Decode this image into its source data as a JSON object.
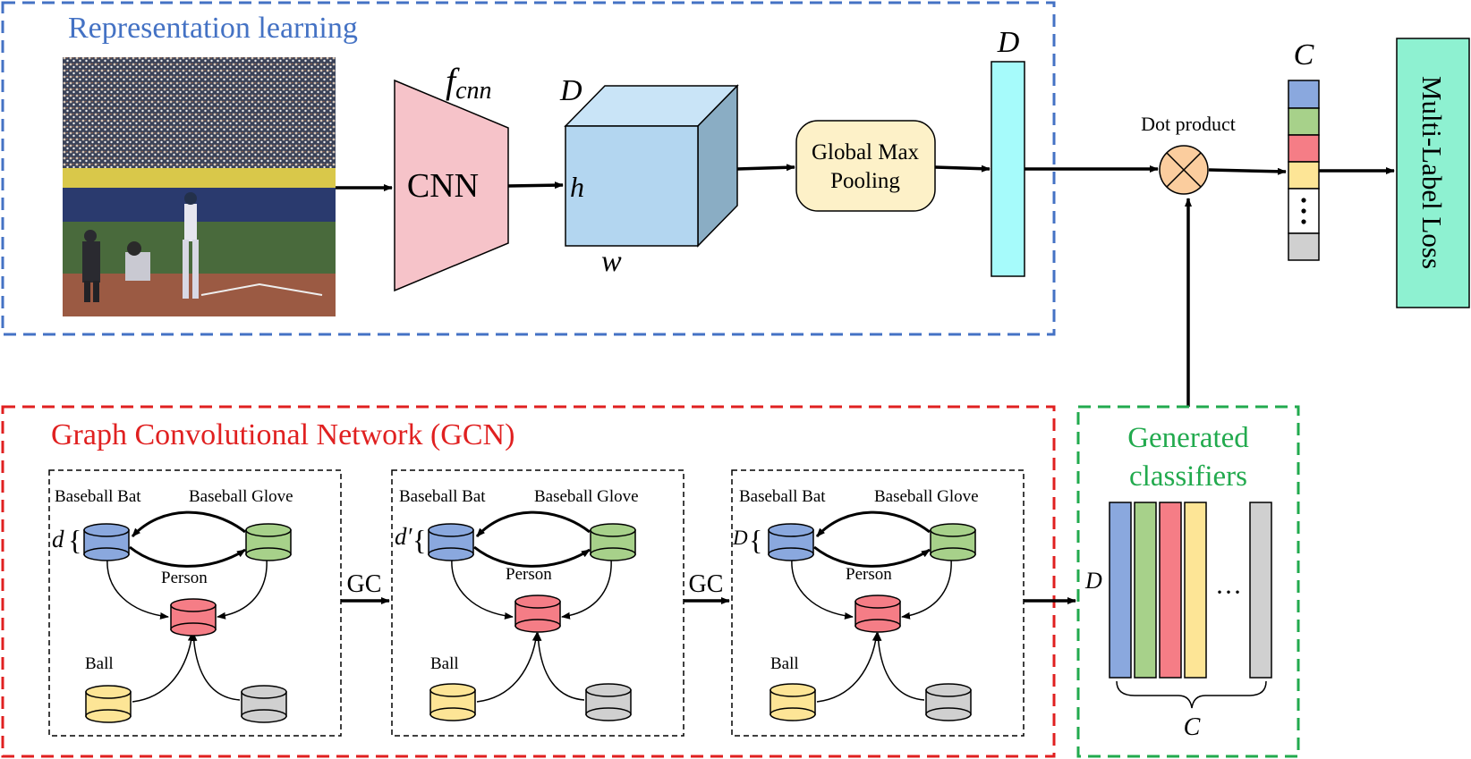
{
  "representation": {
    "title": "Representation learning",
    "image_alt": "baseball game photo",
    "cnn_label": "CNN",
    "fcnn_base": "f",
    "fcnn_sub": "cnn",
    "tensor_depth": "D",
    "tensor_height": "h",
    "tensor_width": "w",
    "pooling_line1": "Global Max",
    "pooling_line2": "Pooling",
    "feature_dim": "D"
  },
  "output": {
    "dot_product": "Dot product",
    "score_dim": "C",
    "loss": "Multi-Label Loss"
  },
  "gcn": {
    "title": "Graph Convolutional Network (GCN)",
    "gc_label": "GC",
    "graphs": [
      {
        "dim": "d",
        "bat": "Baseball Bat",
        "glove": "Baseball Glove",
        "person": "Person",
        "ball": "Ball"
      },
      {
        "dim": "d′",
        "bat": "Baseball Bat",
        "glove": "Baseball Glove",
        "person": "Person",
        "ball": "Ball"
      },
      {
        "dim": "D",
        "bat": "Baseball Bat",
        "glove": "Baseball Glove",
        "person": "Person",
        "ball": "Ball"
      }
    ]
  },
  "classifiers": {
    "title_line1": "Generated",
    "title_line2": "classifiers",
    "dim_d": "D",
    "dim_c": "C",
    "ellipsis": "···"
  },
  "colors": {
    "blue_border": "#4472c4",
    "red_border": "#e02020",
    "green_border": "#22aa4e",
    "cnn_fill": "#f6c3c9",
    "tensor_front": "#b3d6f0",
    "tensor_top": "#c9e4f7",
    "tensor_side": "#8aadc4",
    "pooling_fill": "#fdf1c8",
    "feature_fill": "#a6fbfb",
    "dot_fill": "#fbcd9e",
    "loss_fill": "#8ef1d1",
    "node_blue": "#8aa8de",
    "node_green": "#a7d18a",
    "node_red": "#f57d86",
    "node_yellow": "#fde596",
    "node_gray": "#d0d0d0"
  }
}
